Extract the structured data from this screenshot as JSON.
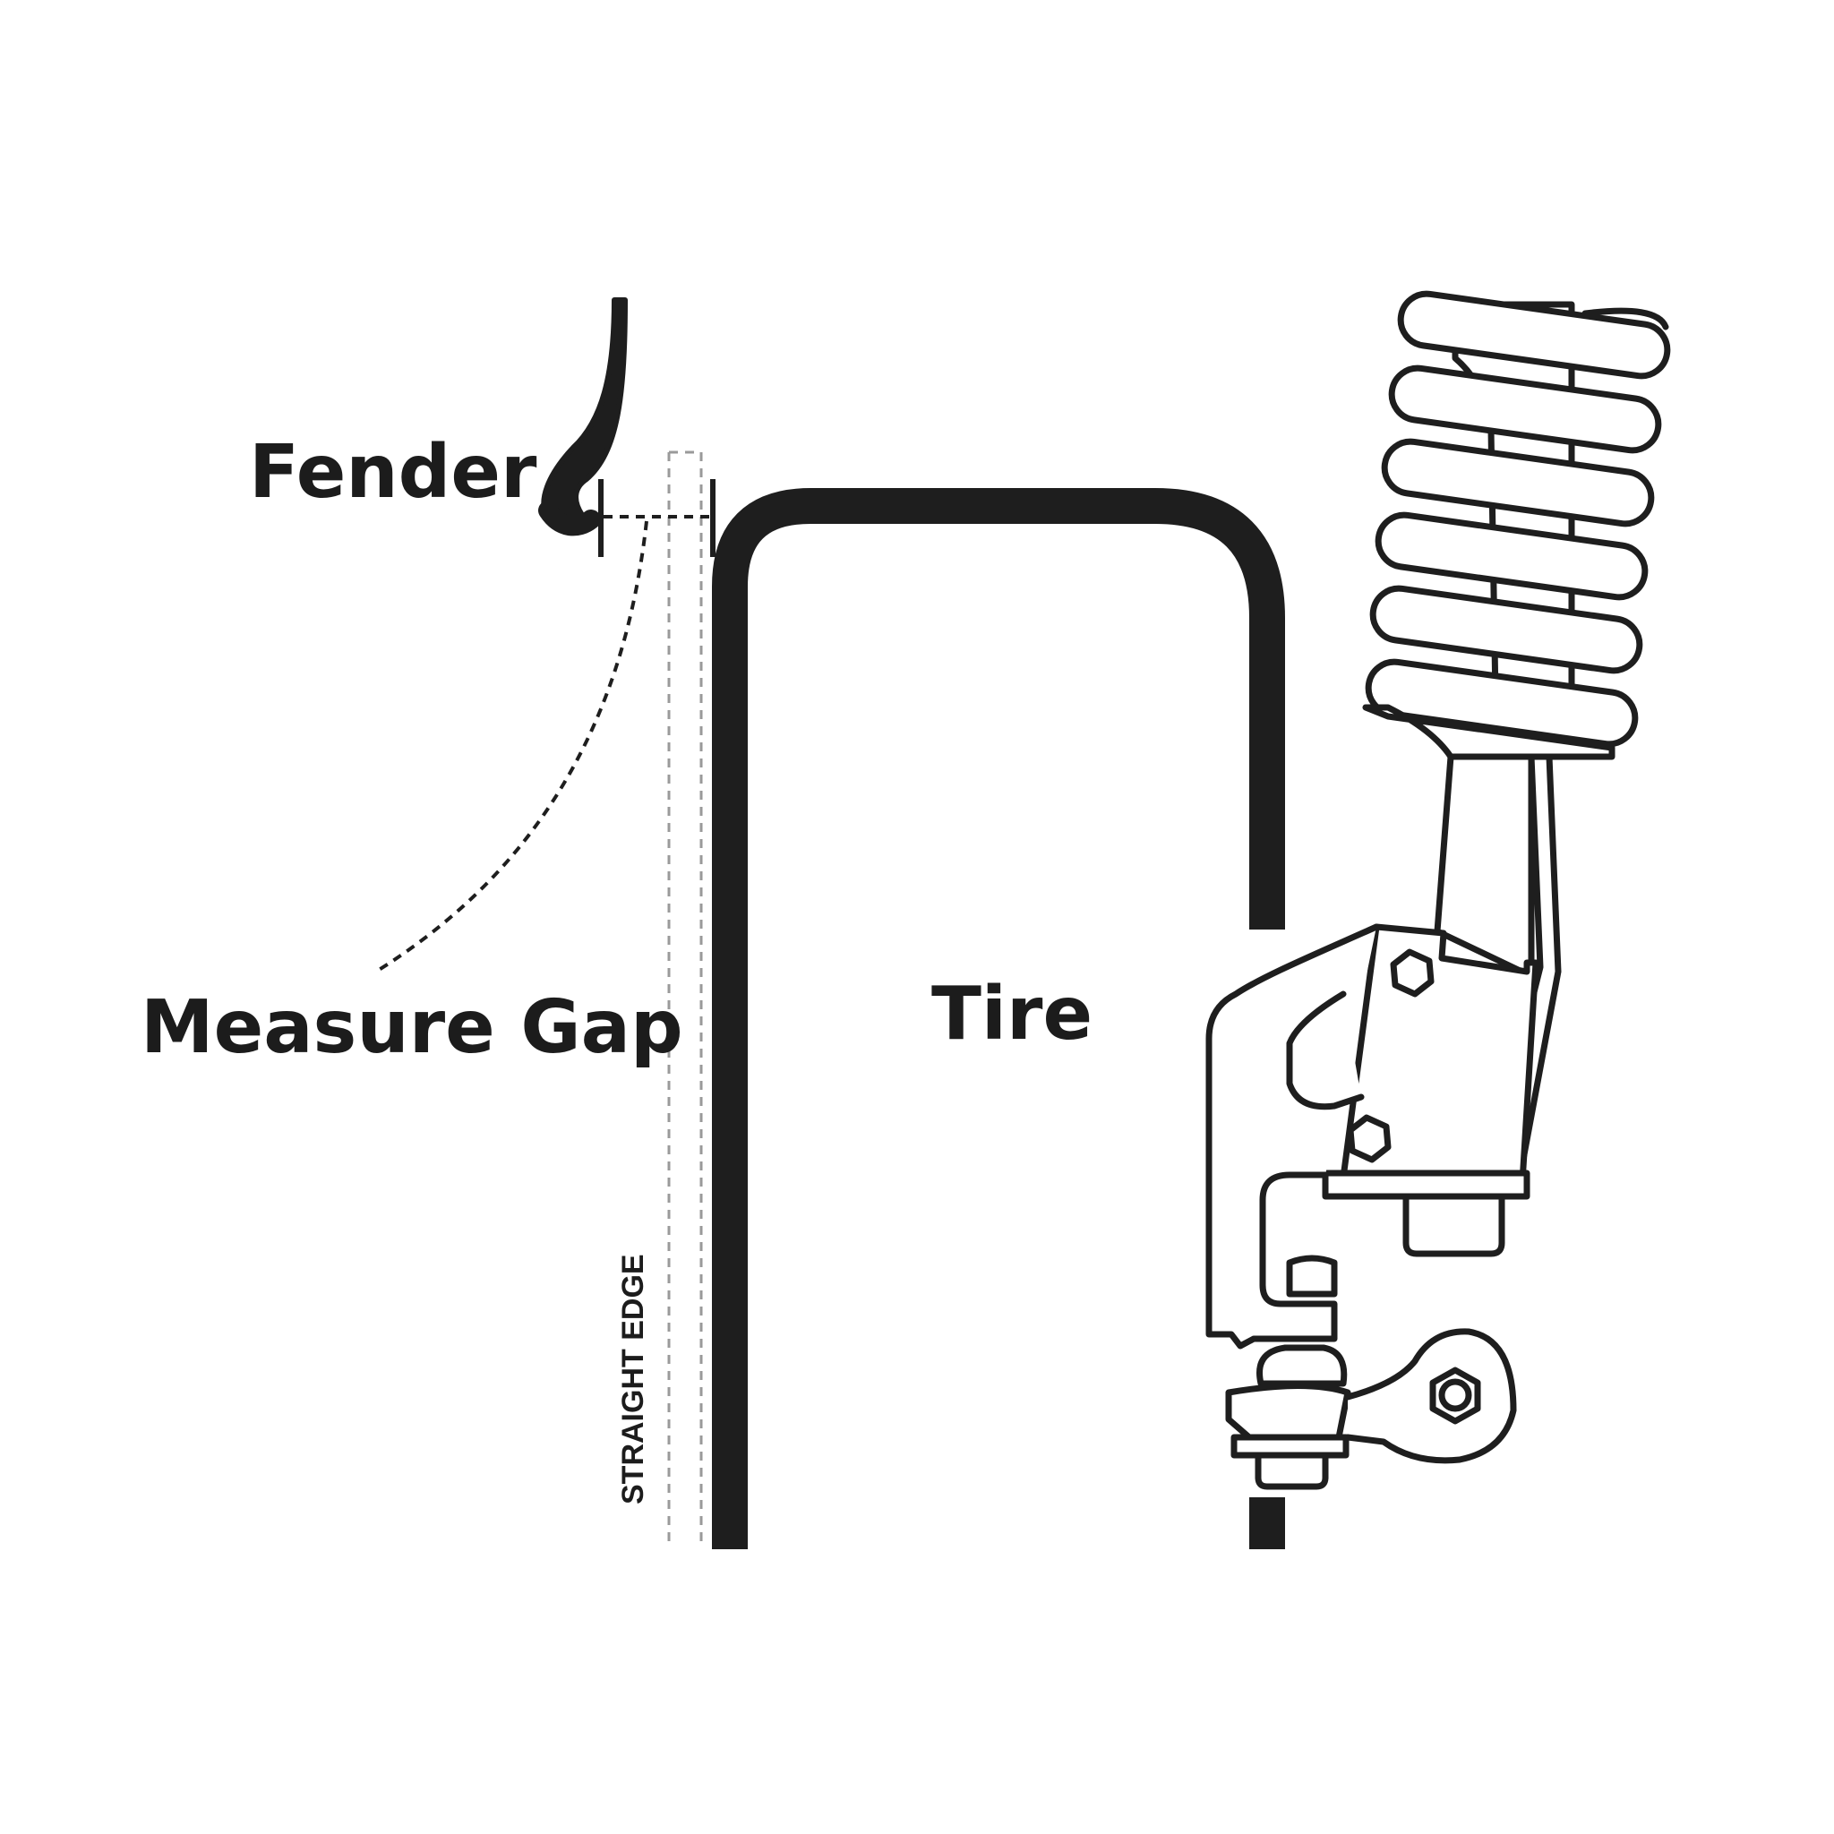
{
  "labels": {
    "fender": "Fender",
    "measure_gap": "Measure Gap",
    "tire": "Tire",
    "straight_edge": "STRAIGHT EDGE"
  },
  "colors": {
    "ink": "#1e1e1e",
    "background": "#ffffff",
    "straight_edge_dash": "#9a9a9a"
  }
}
